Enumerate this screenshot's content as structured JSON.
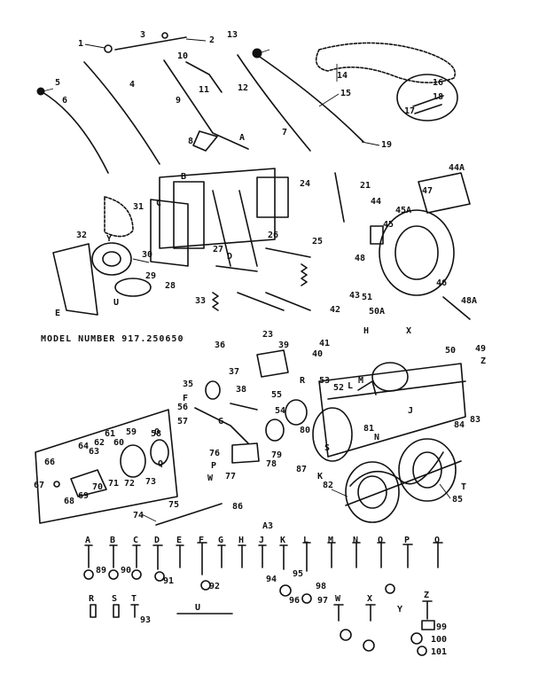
{
  "model_number_label": "MODEL NUMBER 917.250650",
  "footer_code": "A3",
  "callouts": [
    "1",
    "2",
    "3",
    "4",
    "5",
    "6",
    "7",
    "8",
    "9",
    "10",
    "11",
    "12",
    "13",
    "14",
    "15",
    "16",
    "17",
    "18",
    "19",
    "21",
    "23",
    "24",
    "25",
    "26",
    "27",
    "28",
    "29",
    "30",
    "31",
    "32",
    "33",
    "35",
    "36",
    "37",
    "38",
    "39",
    "40",
    "41",
    "42",
    "43",
    "44",
    "44A",
    "45",
    "45A",
    "46",
    "47",
    "48",
    "48A",
    "49",
    "50",
    "50A",
    "51",
    "52",
    "53",
    "54",
    "55",
    "56",
    "57",
    "58",
    "59",
    "60",
    "61",
    "62",
    "63",
    "64",
    "66",
    "67",
    "68",
    "69",
    "70",
    "71",
    "72",
    "73",
    "74",
    "75",
    "76",
    "77",
    "78",
    "79",
    "80",
    "81",
    "82",
    "83",
    "84",
    "85",
    "86",
    "87",
    "89",
    "90",
    "91",
    "92",
    "93",
    "94",
    "95",
    "96",
    "97",
    "98",
    "99",
    "100",
    "101"
  ],
  "letter_codes": [
    "A",
    "B",
    "C",
    "D",
    "E",
    "F",
    "G",
    "H",
    "J",
    "K",
    "L",
    "M",
    "N",
    "O",
    "P",
    "Q",
    "R",
    "S",
    "T",
    "U",
    "W",
    "X",
    "Y",
    "Z"
  ],
  "hardware_row1": [
    "A",
    "B",
    "C",
    "D",
    "E",
    "F",
    "G",
    "H",
    "J",
    "K",
    "L",
    "M",
    "N",
    "O",
    "P",
    "Q"
  ],
  "hardware_row2": [
    "R",
    "S",
    "T",
    "U",
    "W",
    "X",
    "Y",
    "Z"
  ]
}
